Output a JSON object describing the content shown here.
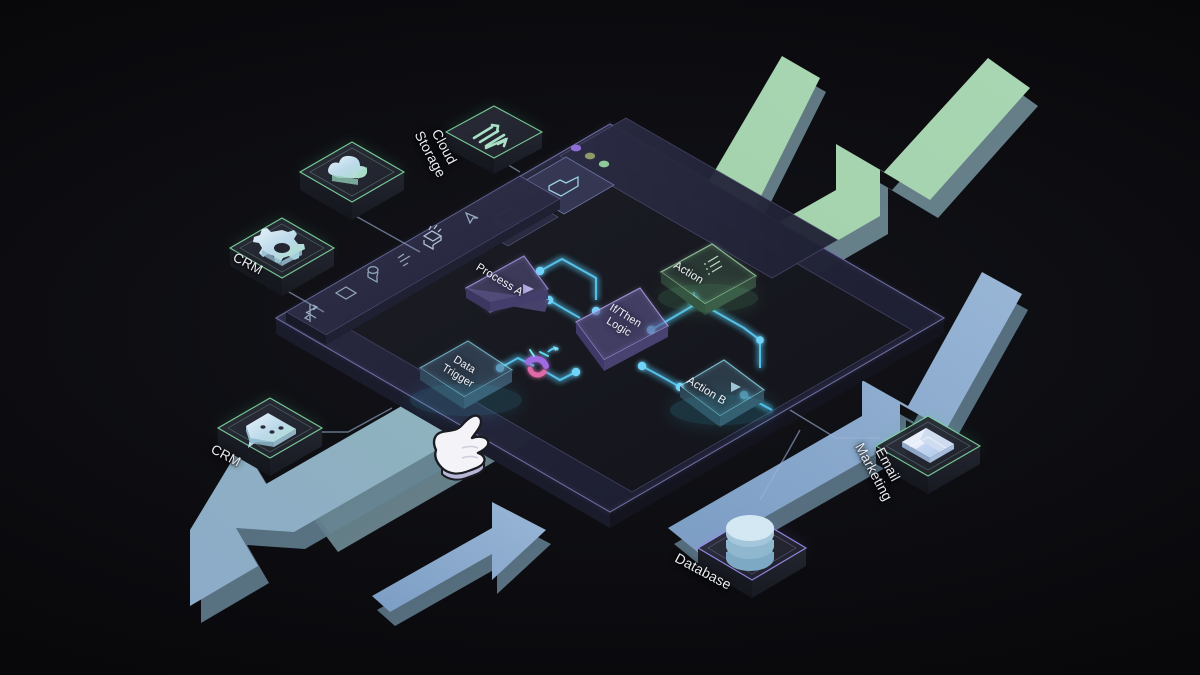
{
  "scene": {
    "title": "Isometric workflow automation interface",
    "background_color": "#08080b"
  },
  "device": {
    "name": "tablet-canvas",
    "window_dots": [
      {
        "name": "dot-purple",
        "color": "#8e6fd8"
      },
      {
        "name": "dot-olive",
        "color": "#8f9a6a"
      },
      {
        "name": "dot-green",
        "color": "#8fc99a"
      }
    ],
    "tabs": [
      {
        "name": "tab-window",
        "icon": "window-icon",
        "active": false
      },
      {
        "name": "tab-folder",
        "icon": "folder-icon",
        "active": true
      }
    ],
    "toolbar": [
      {
        "name": "tool-cursor",
        "icon": "cursor-arrow-icon"
      },
      {
        "name": "tool-stamp",
        "icon": "stamp-icon"
      },
      {
        "name": "tool-sliders",
        "icon": "sliders-icon"
      },
      {
        "name": "tool-lock",
        "icon": "lock-icon"
      },
      {
        "name": "tool-shape",
        "icon": "rounded-square-icon"
      },
      {
        "name": "tool-transfer",
        "icon": "transfer-arrows-icon"
      }
    ]
  },
  "workflow": {
    "nodes": [
      {
        "id": "data-trigger",
        "label": "Data\nTrigger",
        "accent": "#7fd8ef",
        "icon": null
      },
      {
        "id": "process-a",
        "label": "Process A",
        "accent": "#a79bf0",
        "icon": "play-triangle-icon"
      },
      {
        "id": "if-then",
        "label": "If/Then\nLogic",
        "accent": "#b09ef2",
        "icon": null
      },
      {
        "id": "action",
        "label": "Action",
        "accent": "#9fe3a6",
        "icon": "checklist-icon"
      },
      {
        "id": "action-b",
        "label": "Action B",
        "accent": "#7fd8ef",
        "icon": "play-triangle-icon"
      }
    ],
    "connector_color": "#4fc3f7",
    "magnet": {
      "name": "magnet-tool",
      "colors": [
        "#a06be0",
        "#e06ba8",
        "#5fd6e8"
      ]
    },
    "cursor": {
      "name": "hand-cursor",
      "type": "pointing-hand"
    }
  },
  "integrations": [
    {
      "id": "cloud-storage",
      "label": "Cloud\nStorage",
      "icon": "cloud-icon",
      "glow": "#7fd6a0"
    },
    {
      "id": "crm-gear",
      "label": "CRM",
      "icon": "gear-icon",
      "glow": "#7fd6a0"
    },
    {
      "id": "branch",
      "label": "",
      "icon": "branch-arrows-icon",
      "glow": "#7fd6a0"
    },
    {
      "id": "crm-chat",
      "label": "CRM",
      "icon": "chat-bubble-icon",
      "glow": "#7fd6a0"
    },
    {
      "id": "email-marketing",
      "label": "Email\nMarketing",
      "icon": "envelope-icon",
      "glow": "#7fd6a0"
    },
    {
      "id": "database",
      "label": "Database",
      "icon": "database-icon",
      "glow": "#9b8ef0"
    }
  ],
  "arrows": [
    {
      "id": "arrow-green-small",
      "direction": "up-right",
      "color": "#9ecfa9"
    },
    {
      "id": "arrow-green-large",
      "direction": "up-right",
      "color": "#9ecfa9"
    },
    {
      "id": "arrow-blue-right",
      "direction": "up-right",
      "color": "#8aa8cf"
    },
    {
      "id": "arrow-blue-large",
      "direction": "down-left",
      "color": "#8fb0cd"
    },
    {
      "id": "arrow-blue-small",
      "direction": "up-right",
      "color": "#7e9ec4"
    }
  ]
}
